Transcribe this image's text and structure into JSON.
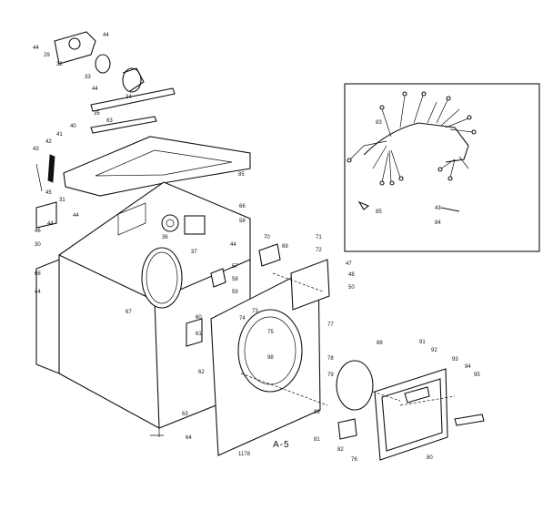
{
  "diagram": {
    "assembly_label": "A-5",
    "footnote": "1178",
    "parts": [
      {
        "id": "p44a",
        "num": "44"
      },
      {
        "id": "p29",
        "num": "29"
      },
      {
        "id": "p32",
        "num": "32"
      },
      {
        "id": "p44b",
        "num": "44"
      },
      {
        "id": "p33",
        "num": "33"
      },
      {
        "id": "p44c",
        "num": "44"
      },
      {
        "id": "p34",
        "num": "34"
      },
      {
        "id": "p35",
        "num": "35"
      },
      {
        "id": "p63a",
        "num": "63"
      },
      {
        "id": "p40",
        "num": "40"
      },
      {
        "id": "p41",
        "num": "41"
      },
      {
        "id": "p43a",
        "num": "43"
      },
      {
        "id": "p42",
        "num": "42"
      },
      {
        "id": "p85a",
        "num": "85"
      },
      {
        "id": "p45",
        "num": "45"
      },
      {
        "id": "p31",
        "num": "31"
      },
      {
        "id": "p44d",
        "num": "44"
      },
      {
        "id": "p44e",
        "num": "44"
      },
      {
        "id": "p46",
        "num": "46"
      },
      {
        "id": "p30",
        "num": "30"
      },
      {
        "id": "p68",
        "num": "68"
      },
      {
        "id": "p44f",
        "num": "44"
      },
      {
        "id": "p36",
        "num": "36"
      },
      {
        "id": "p37",
        "num": "37"
      },
      {
        "id": "p66",
        "num": "66"
      },
      {
        "id": "p58a",
        "num": "58"
      },
      {
        "id": "p44g",
        "num": "44"
      },
      {
        "id": "p70",
        "num": "70"
      },
      {
        "id": "p69",
        "num": "69"
      },
      {
        "id": "p71",
        "num": "71"
      },
      {
        "id": "p72",
        "num": "72"
      },
      {
        "id": "p57",
        "num": "57"
      },
      {
        "id": "p58b",
        "num": "58"
      },
      {
        "id": "p59",
        "num": "59"
      },
      {
        "id": "p67",
        "num": "67"
      },
      {
        "id": "p47",
        "num": "47"
      },
      {
        "id": "p48",
        "num": "48"
      },
      {
        "id": "p50",
        "num": "50"
      },
      {
        "id": "p73",
        "num": "73"
      },
      {
        "id": "p74",
        "num": "74"
      },
      {
        "id": "p75",
        "num": "75"
      },
      {
        "id": "p60",
        "num": "60"
      },
      {
        "id": "p61",
        "num": "61"
      },
      {
        "id": "p77",
        "num": "77"
      },
      {
        "id": "p98",
        "num": "98"
      },
      {
        "id": "p62",
        "num": "62"
      },
      {
        "id": "p78",
        "num": "78"
      },
      {
        "id": "p79",
        "num": "79"
      },
      {
        "id": "p88",
        "num": "88"
      },
      {
        "id": "p91",
        "num": "91"
      },
      {
        "id": "p92",
        "num": "92"
      },
      {
        "id": "p93",
        "num": "93"
      },
      {
        "id": "p94",
        "num": "94"
      },
      {
        "id": "p95",
        "num": "95"
      },
      {
        "id": "p89",
        "num": "89"
      },
      {
        "id": "p81",
        "num": "81"
      },
      {
        "id": "p82",
        "num": "82"
      },
      {
        "id": "p76",
        "num": "76"
      },
      {
        "id": "p80",
        "num": "80"
      },
      {
        "id": "p63b",
        "num": "63"
      },
      {
        "id": "p64",
        "num": "64"
      },
      {
        "id": "p83",
        "num": "83"
      },
      {
        "id": "p85b",
        "num": "85"
      },
      {
        "id": "p43b",
        "num": "43"
      },
      {
        "id": "p84",
        "num": "84"
      }
    ]
  }
}
